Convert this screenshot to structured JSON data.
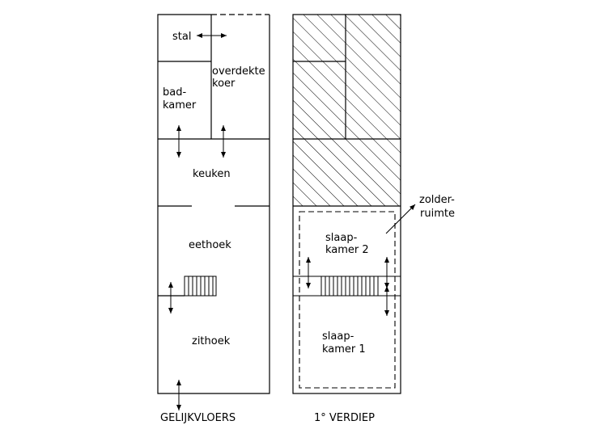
{
  "ground_floor": {
    "caption": "GELIJKVLOERS",
    "rooms": {
      "stal": "stal",
      "overdekte_koer": [
        "overdekte",
        "koer"
      ],
      "badkamer": [
        "bad-",
        "kamer"
      ],
      "keuken": "keuken",
      "eethoek": "eethoek",
      "zithoek": "zithoek"
    }
  },
  "first_floor": {
    "caption": "1° VERDIEP",
    "rooms": {
      "slaapkamer_2": [
        "slaap-",
        "kamer 2"
      ],
      "slaapkamer_1": [
        "slaap-",
        "kamer 1"
      ]
    },
    "callout": [
      "zolder-",
      "ruimte"
    ]
  }
}
